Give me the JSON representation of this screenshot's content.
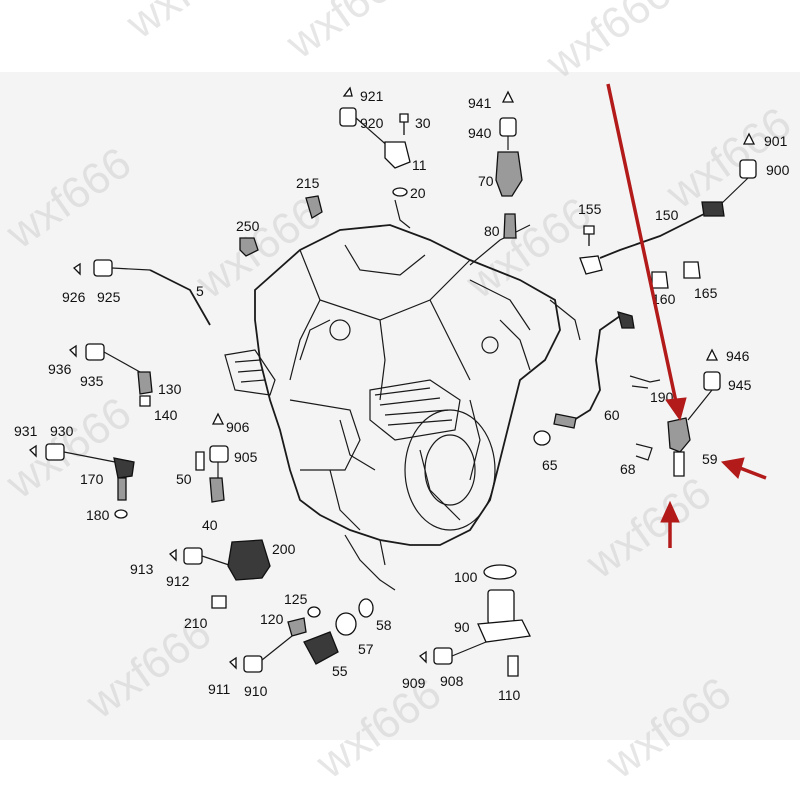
{
  "watermark": "wxf666",
  "labels": {
    "n921": "921",
    "n920": "920",
    "n30": "30",
    "n11": "11",
    "n20": "20",
    "n941": "941",
    "n940": "940",
    "n70": "70",
    "n80": "80",
    "n901": "901",
    "n900": "900",
    "n155": "155",
    "n150": "150",
    "n160": "160",
    "n165": "165",
    "n215": "215",
    "n250": "250",
    "n926": "926",
    "n925": "925",
    "n5": "5",
    "n936": "936",
    "n935": "935",
    "n130": "130",
    "n140": "140",
    "n931": "931",
    "n930": "930",
    "n170": "170",
    "n180": "180",
    "n906": "906",
    "n905": "905",
    "n50": "50",
    "n40": "40",
    "n913": "913",
    "n912": "912",
    "n200": "200",
    "n210": "210",
    "n125": "125",
    "n120": "120",
    "n911": "911",
    "n910": "910",
    "n55": "55",
    "n57": "57",
    "n58": "58",
    "n100": "100",
    "n90": "90",
    "n909": "909",
    "n908": "908",
    "n110": "110",
    "n60": "60",
    "n65": "65",
    "n946": "946",
    "n945": "945",
    "n190": "190",
    "n68": "68",
    "n59": "59"
  },
  "colors": {
    "arrow": "#b31b1b",
    "panel": "#f4f4f4",
    "ink": "#111111"
  }
}
